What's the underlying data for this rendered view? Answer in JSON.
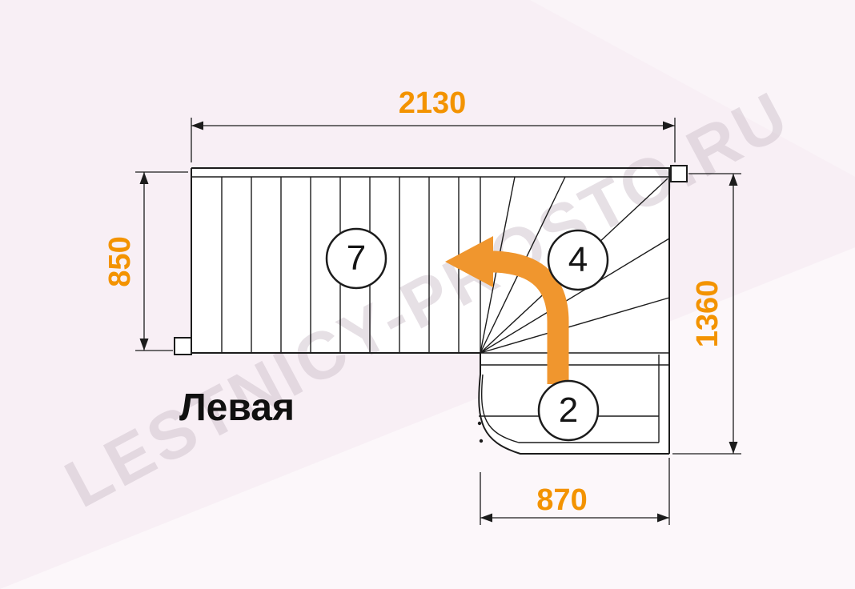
{
  "watermark": "LESTNICY-PROSTO.RU",
  "plan": {
    "title": "Левая"
  },
  "dimensions": {
    "top_width": "2130",
    "left_height": "850",
    "right_height": "1360",
    "bottom_width": "870"
  },
  "steps": {
    "straight_flight": "7",
    "winder": "4",
    "lower_flight": "2"
  },
  "colors": {
    "dimension_text": "#f39300",
    "direction_arrow": "#f0962e",
    "drawing_line": "#1c1c1c",
    "background": "#f8eff5",
    "watermark": "#cfc3cd"
  }
}
